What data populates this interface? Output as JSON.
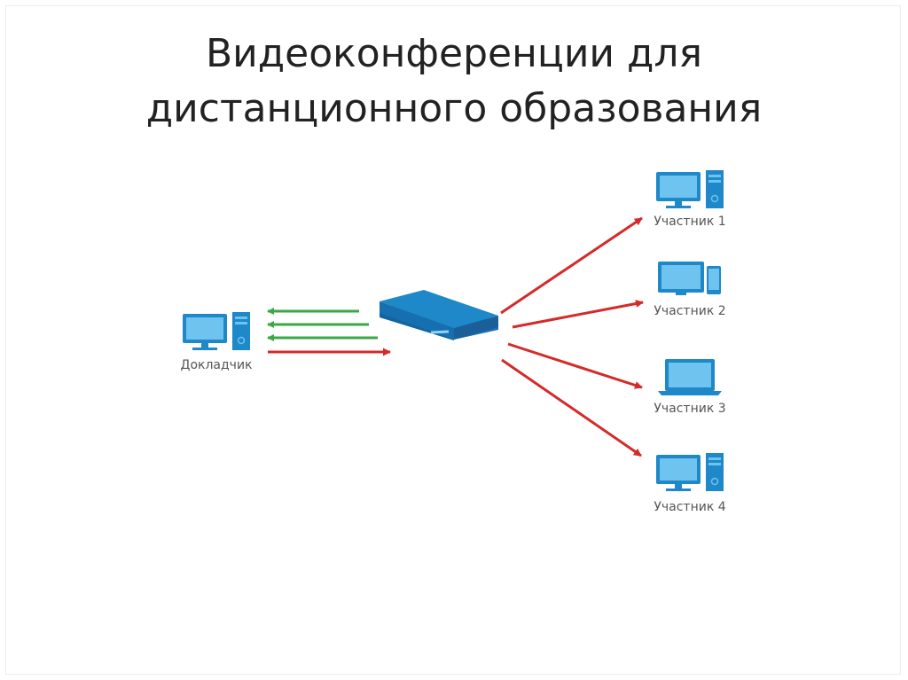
{
  "title": {
    "line1": "Видеоконференции для",
    "line2": "дистанционного образования"
  },
  "nodes": {
    "presenter": {
      "label": "Докладчик",
      "icon": "desktop-computer-icon"
    },
    "server": {
      "icon": "network-server-icon"
    },
    "participants": [
      {
        "label": "Участник 1",
        "icon": "desktop-computer-icon"
      },
      {
        "label": "Участник 2",
        "icon": "monitor-tablet-icon"
      },
      {
        "label": "Участник 3",
        "icon": "laptop-icon"
      },
      {
        "label": "Участник 4",
        "icon": "desktop-computer-icon"
      }
    ]
  },
  "colors": {
    "device": "#1e88c9",
    "device_dark": "#1464a0",
    "screen": "#6ec3ef",
    "incoming_arrow": "#3aa845",
    "outgoing_arrow": "#d42a2a",
    "label": "#555555"
  }
}
